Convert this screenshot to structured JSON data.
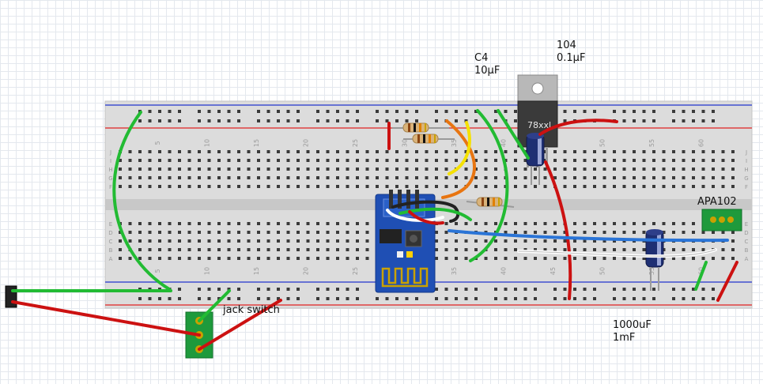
{
  "labels": {
    "c4_name": "C4",
    "c4_value": "10µF",
    "cap104_name": "104",
    "cap104_value": "0.1µF",
    "regulator_text": "78xxl",
    "apa102_name": "APA102",
    "jack_switch_name": "jack switch",
    "cap1000_value": "1000uF",
    "cap1000_alt": "1mF"
  },
  "breadboard": {
    "column_numbers": [
      "5",
      "10",
      "15",
      "20",
      "25",
      "30",
      "35",
      "40",
      "45",
      "50",
      "55",
      "60"
    ],
    "row_letters_top": [
      "J",
      "I",
      "H",
      "G",
      "F"
    ],
    "row_letters_bottom": [
      "E",
      "D",
      "C",
      "B",
      "A"
    ]
  },
  "colors": {
    "wire_green": "#22bb33",
    "wire_red": "#cc1111",
    "wire_yellow": "#f5e100",
    "wire_orange": "#e87511",
    "wire_blue": "#2a74d6",
    "wire_white": "#ffffff",
    "wire_black": "#222222",
    "esp_board": "#1f4fb4",
    "rail_red": "#e04040",
    "rail_blue": "#4050d0"
  }
}
